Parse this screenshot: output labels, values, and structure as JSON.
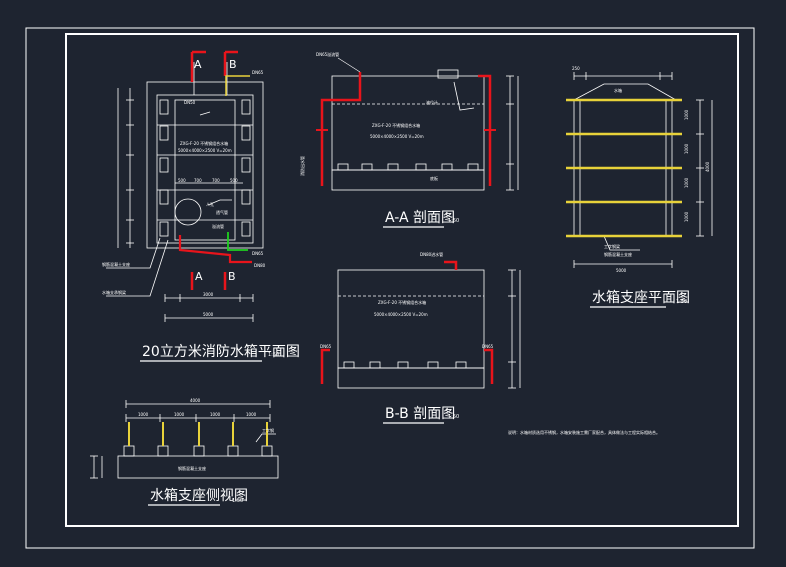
{
  "colors": {
    "background": "#1e2430",
    "frame": "#ffffff",
    "pipe_red": "#e8141b",
    "pipe_green": "#1fd01f",
    "support_yellow": "#e8d23a"
  },
  "plan_view": {
    "title": "20立方米消防水箱平面图",
    "scale": "1:50",
    "section_markers": [
      "A",
      "B",
      "A",
      "B"
    ],
    "pipe_tags": [
      "DN65",
      "DN50",
      "DN65",
      "DN80"
    ],
    "tank_label_1": "ZXG-F-20 不锈钢组合水箱",
    "tank_label_2": "5000×4000×2500 V=20m",
    "callouts": [
      "钢筋混凝土支座",
      "水箱支承钢梁",
      "人孔",
      "透气管",
      "溢流管"
    ],
    "dims_top": [
      "500",
      "700",
      "700",
      "500"
    ],
    "dim_total": "3000",
    "dim_sub": "5000"
  },
  "section_aa": {
    "title": "A-A 剖面图",
    "scale": "1:50",
    "labels": [
      "DN65溢流管",
      "ZXG-F-20 不锈钢组合水箱",
      "5000×4000×2500 V=20m",
      "液位计",
      "消防出水管",
      "底板"
    ]
  },
  "section_bb": {
    "title": "B-B 剖面图",
    "scale": "1:50",
    "labels": [
      "DN80进水管",
      "ZXG-F-20 不锈钢组合水箱",
      "5000×4000×2500 V=20m",
      "DN65",
      "DN65"
    ]
  },
  "support_plan": {
    "title": "水箱支座平面图",
    "scale": "1:50",
    "labels": [
      "水箱",
      "工字钢梁",
      "钢筋混凝土支座"
    ],
    "dims_side": [
      "1000",
      "1000",
      "1000",
      "1000"
    ],
    "dim_total": "4000",
    "dim_bottom": "5000",
    "dim_top": "250"
  },
  "support_elevation": {
    "title": "水箱支座侧视图",
    "scale": "1:50",
    "labels": [
      "钢筋混凝土支座",
      "工字钢"
    ],
    "dims": [
      "4000",
      "1000",
      "1000",
      "1000",
      "1000"
    ]
  },
  "note": "说明：水箱材质选用不锈钢，水箱安装施工需厂家配合，具体做法与工程实际相结合。"
}
